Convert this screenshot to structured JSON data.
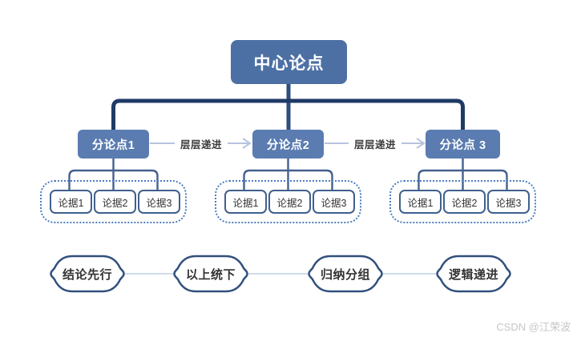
{
  "diagram": {
    "central": {
      "label": "中心论点"
    },
    "sub_points": [
      {
        "label": "分论点1"
      },
      {
        "label": "分论点2"
      },
      {
        "label": "分论点 3"
      }
    ],
    "progression_labels": [
      {
        "label": "层层递进"
      },
      {
        "label": "层层递进"
      }
    ],
    "evidence_groups": [
      {
        "items": [
          {
            "label": "论据1"
          },
          {
            "label": "论据2"
          },
          {
            "label": "论据3"
          }
        ]
      },
      {
        "items": [
          {
            "label": "论据1"
          },
          {
            "label": "论据2"
          },
          {
            "label": "论据3"
          }
        ]
      },
      {
        "items": [
          {
            "label": "论据1"
          },
          {
            "label": "论据2"
          },
          {
            "label": "论据3"
          }
        ]
      }
    ],
    "principles": [
      {
        "label": "结论先行"
      },
      {
        "label": "以上统下"
      },
      {
        "label": "归纳分组"
      },
      {
        "label": "逻辑递进"
      }
    ]
  },
  "watermark": {
    "text": "CSDN @江荣波"
  },
  "colors": {
    "center_box": "#4d70a4",
    "sub_box": "#5a7cb0",
    "trunk_connector": "#1f3a66",
    "center_stem": "#2e4c7c",
    "bracket_connector": "#44618f",
    "evidence_border": "#40608e",
    "dotted_container_border": "#4a7ec0",
    "progression_arrow": "#b7c4df",
    "principle_border": "#32507e",
    "principle_connector": "#cfdcec",
    "text_dark": "#333333",
    "watermark_gray": "#c6c6c6"
  }
}
